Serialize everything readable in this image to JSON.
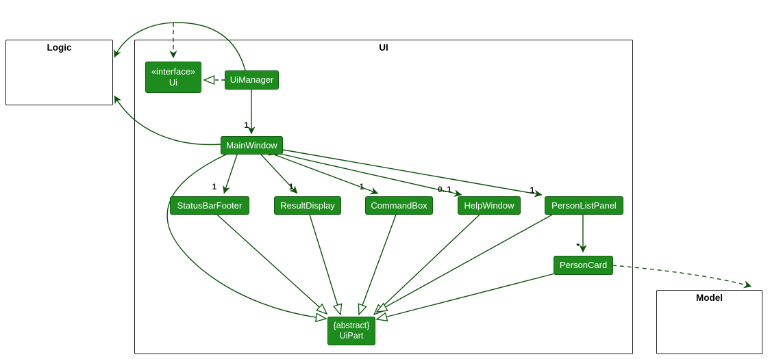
{
  "diagram": {
    "containers": {
      "logic": {
        "title": "Logic"
      },
      "ui": {
        "title": "UI"
      },
      "model": {
        "title": "Model"
      }
    },
    "nodes": {
      "ui_interface": {
        "stereotype": "«interface»",
        "label": "Ui"
      },
      "ui_manager": {
        "label": "UiManager"
      },
      "main_window": {
        "label": "MainWindow"
      },
      "status_bar_footer": {
        "label": "StatusBarFooter"
      },
      "result_display": {
        "label": "ResultDisplay"
      },
      "command_box": {
        "label": "CommandBox"
      },
      "help_window": {
        "label": "HelpWindow"
      },
      "person_list_panel": {
        "label": "PersonListPanel"
      },
      "person_card": {
        "label": "PersonCard"
      },
      "ui_part": {
        "modifier": "{abstract}",
        "label": "UiPart"
      }
    },
    "multiplicities": {
      "uimanager_to_mainwindow": "1",
      "main_to_statusbarfooter": "1",
      "main_to_resultdisplay": "1",
      "main_to_commandbox": "1",
      "main_to_helpwindow": "0..1",
      "main_to_personlistpanel": "1",
      "personlistpanel_to_personcard": "*"
    },
    "colors": {
      "node_fill": "#1d8c1d",
      "node_border": "#0e5c0e",
      "edge": "#0d520d",
      "container_border": "#1a1a1a"
    }
  }
}
